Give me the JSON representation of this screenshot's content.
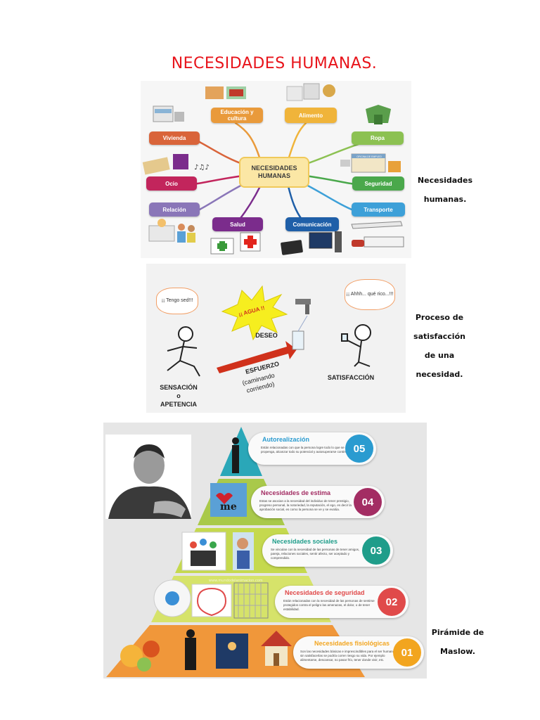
{
  "title": "NECESIDADES HUMANAS.",
  "mindmap": {
    "center": "NECESIDADES HUMANAS",
    "nodes": [
      {
        "label": "Educación y cultura",
        "color": "#e99a3b"
      },
      {
        "label": "Alimento",
        "color": "#f0b43a"
      },
      {
        "label": "Vivienda",
        "color": "#d9643a"
      },
      {
        "label": "Ropa",
        "color": "#8cc152"
      },
      {
        "label": "Ocio",
        "color": "#c2255c"
      },
      {
        "label": "Seguridad",
        "color": "#4aa84b"
      },
      {
        "label": "Relación",
        "color": "#8a76b8"
      },
      {
        "label": "Transporte",
        "color": "#3da0d8"
      },
      {
        "label": "Salud",
        "color": "#7b2c8c"
      },
      {
        "label": "Comunicación",
        "color": "#1f5fa8"
      }
    ],
    "shop_sign": "OFICINA DE EMPLEO"
  },
  "captions": {
    "mindmap": [
      "Necesidades",
      "humanas."
    ],
    "process": [
      "Proceso de",
      "satisfacción",
      "de una",
      "necesidad."
    ],
    "maslow": [
      "Pirámide de",
      "Maslow."
    ]
  },
  "process": {
    "bubble_left": "¡¡ Tengo sed!!!",
    "star": "¡¡ AGUA !!",
    "bubble_right": "¡¡ Ahhh... qué rico...!!!",
    "deseo": "DESEO",
    "esfuerzo": "ESFUERZO",
    "esfuerzo_sub": "(caminando corriendo)",
    "sensacion": [
      "SENSACIÓN",
      "o",
      "APETENCIA"
    ],
    "satisfaccion": "SATISFACCIÓN"
  },
  "maslow": {
    "watermark": "www.mundodelanimacion.com",
    "levels": [
      {
        "title": "Autorealización",
        "num": "05",
        "color": "#2a9bd0",
        "band": "#2aa7b8",
        "text": "Están relacionadas con que la persona logre todo lo que se propenga, alcanzar todo su potencial y autosuperarse continuamente."
      },
      {
        "title": "Necesidades de estima",
        "num": "04",
        "color": "#a32d63",
        "band": "#a9c94a",
        "text": "Estas se asocian a la necesidad del individuo de tener prestigio, progreso personal, la notoriedad, la reputación, el ego, es decir la aprobación social, es como la persona se ve y se evalúa."
      },
      {
        "title": "Necesidades sociales",
        "num": "03",
        "color": "#1f9d8a",
        "band": "#c5d94e",
        "text": "Se vinculan con la necesidad de las personas de tener amigos, pareja, relaciones sociales, sentir afecto, ser aceptado y comprendido."
      },
      {
        "title": "Necesidades de seguridad",
        "num": "02",
        "color": "#e04a4a",
        "band": "#d6e36a",
        "text": "Están relacionadas con la necesidad de las personas de sentirse protegidos contra el peligro las amenazas, el dolor, o de tener estabilidad."
      },
      {
        "title": "Necesidades fisiológicas",
        "num": "01",
        "color": "#f2a51f",
        "band": "#f0973a",
        "text": "Son las necesidades básicas e imprescindibles para el ser humano, sin satisfacerlas se podría correr riesgo su vida. Por ejemplo alimentarse, descansar, no pasar frío, tener donde vivir, etc."
      }
    ]
  }
}
